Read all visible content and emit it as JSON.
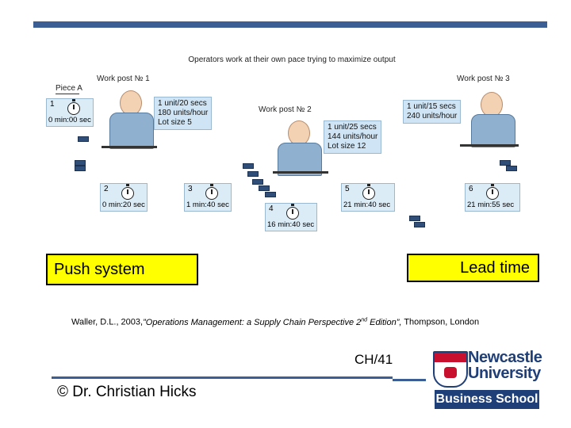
{
  "figure": {
    "caption": "Operators work at their own pace trying to maximize output",
    "piece_label": "Piece A",
    "work_posts": [
      {
        "label": "Work post № 1",
        "spec": [
          "1 unit/20 secs",
          "180 units/hour",
          "Lot size 5"
        ]
      },
      {
        "label": "Work post № 2",
        "spec": [
          "1 unit/25 secs",
          "144 units/hour",
          "Lot size 12"
        ]
      },
      {
        "label": "Work post № 3",
        "spec": [
          "1 unit/15 secs",
          "240 units/hour"
        ]
      }
    ],
    "timers": [
      {
        "num": "1",
        "time": "0 min:00 sec"
      },
      {
        "num": "2",
        "time": "0 min:20 sec"
      },
      {
        "num": "3",
        "time": "1 min:40 sec"
      },
      {
        "num": "4",
        "time": "16 min:40 sec"
      },
      {
        "num": "5",
        "time": "21 min:40 sec"
      },
      {
        "num": "6",
        "time": "21 min:55 sec"
      }
    ]
  },
  "labels": {
    "push_system": "Push system",
    "lead_time": "Lead time"
  },
  "citation": {
    "author": "Waller, D.L., 2003,",
    "title_open": "”Operations Management: a Supply Chain Perspective 2",
    "title_sup": "nd",
    "title_close": " Edition”,",
    "publisher": " Thompson, London"
  },
  "slide_code": "CH/41",
  "author_line": "© Dr. Christian Hicks",
  "logo": {
    "line1": "Newcastle",
    "line2": "University",
    "line3": "Business School"
  },
  "colors": {
    "accent_bar": "#3b5f95",
    "highlight": "#ffff00",
    "logo_blue": "#1f3f79"
  }
}
